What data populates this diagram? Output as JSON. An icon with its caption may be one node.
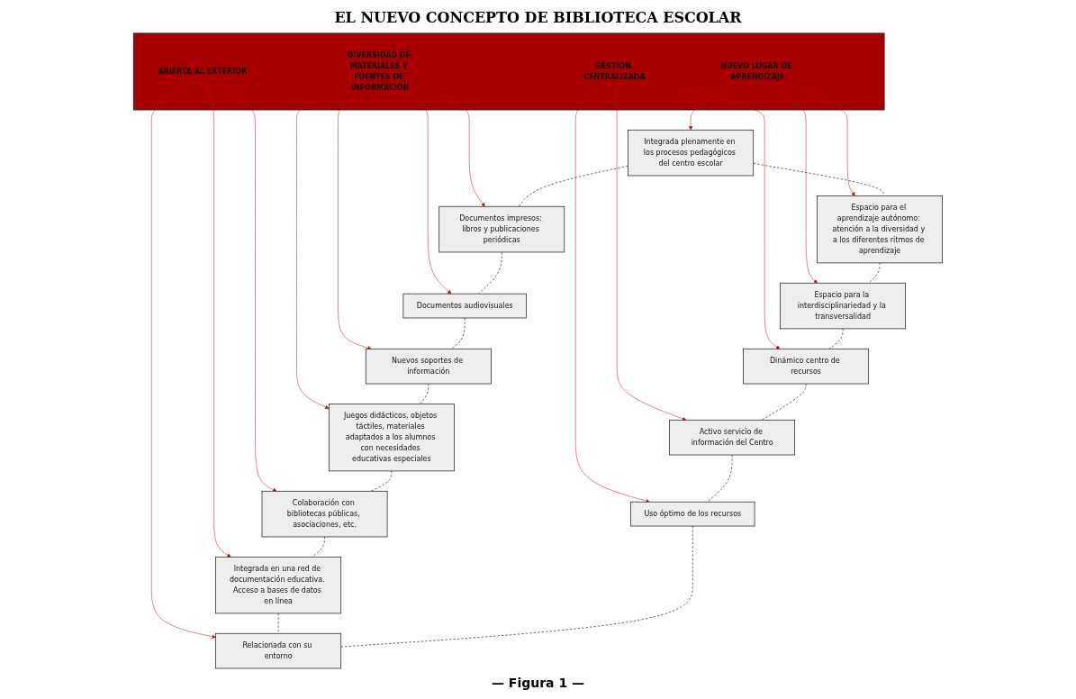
{
  "diagram": {
    "title": "EL NUEVO CONCEPTO DE BIBLIOTECA ESCOLAR",
    "caption": "— Figura 1 —",
    "nodes": [
      {
        "text": [
          "Integrada plenamente en los procesos pedagógicos del centro escolar"
        ]
      },
      {
        "text": [
          "Espacio para el aprendizaje autónomo: atención a la diversidad y a los diferentes ritmos de aprendizaje"
        ]
      },
      {
        "text": [
          "Espacio para la interdisciplinariedad y la transversalidad"
        ]
      },
      {
        "text": [
          "Documentos impresos: libros y publicaciones periódicas"
        ]
      },
      {
        "text": [
          "Dinámico centro de recursos"
        ]
      },
      {
        "text": [],
        "shape": "box"
      },
      {
        "text": [
          "NUEVO LUGAR DE APRENDIZAJE"
        ],
        "in": 5
      },
      {
        "text": [
          "Documentos audiovisuales"
        ]
      },
      {
        "text": [
          "DIVERSIDAD DE MATERIALES Y FUENTES DE INFORMACIÓN"
        ],
        "in": 5
      },
      {
        "text": [
          "GESTIÓN CENTRALIZADA"
        ],
        "in": 5
      },
      {
        "text": [
          "Activo servicio de información del Centro"
        ]
      },
      {
        "text": [
          "Nuevos soportes de información"
        ]
      },
      {
        "text": [
          "ABIERTA AL EXTERIOR"
        ],
        "in": 5
      },
      {
        "text": [
          "Juegos didácticos, objetos táctiles, materiales adaptados a los alumnos con necesidades educativas especiales"
        ]
      },
      {
        "text": [
          "Uso óptimo de los recursos"
        ]
      },
      {
        "text": [
          "Colaboración con bibliotecas públicas, asociaciones, etc."
        ]
      },
      {
        "text": [
          "Integrada en una red de documentación educativa. Acceso a bases de datos en línea"
        ]
      },
      {
        "text": [
          "Relacionada con su entorno"
        ]
      }
    ],
    "edges": [
      {
        "from": 6,
        "to": 0,
        "arrow": "to",
        "color": "#b01010"
      },
      {
        "from": 6,
        "to": 1,
        "arrow": "to",
        "color": "#b01010"
      },
      {
        "from": 6,
        "to": 2,
        "arrow": "to",
        "color": "#b01010"
      },
      {
        "from": 8,
        "to": 3,
        "arrow": "to",
        "color": "#b01010"
      },
      {
        "from": 8,
        "to": 7,
        "arrow": "to",
        "color": "#b01010"
      },
      {
        "from": 8,
        "to": 11,
        "arrow": "to",
        "color": "#b01010"
      },
      {
        "from": 8,
        "to": 13,
        "arrow": "to",
        "color": "#b01010"
      },
      {
        "from": 9,
        "to": 4,
        "arrow": "to",
        "color": "#b01010"
      },
      {
        "from": 9,
        "to": 10,
        "arrow": "to",
        "color": "#b01010"
      },
      {
        "from": 9,
        "to": 14,
        "arrow": "to",
        "color": "#b01010"
      },
      {
        "from": 12,
        "to": 15,
        "arrow": "to",
        "color": "#b01010"
      },
      {
        "from": 12,
        "to": 16,
        "arrow": "to",
        "color": "#b01010"
      },
      {
        "from": 12,
        "to": 17,
        "arrow": "to",
        "color": "#b01010"
      },
      {
        "from": 0,
        "to": 1,
        "arrow": "none",
        "style": "dashed",
        "color": "#333333"
      },
      {
        "from": 1,
        "to": 2,
        "arrow": "none",
        "style": "dashed",
        "color": "#333333"
      },
      {
        "from": 0,
        "to": 3,
        "arrow": "none",
        "style": "dashed",
        "color": "#333333"
      },
      {
        "from": 3,
        "to": 7,
        "arrow": "none",
        "style": "dashed",
        "color": "#333333"
      },
      {
        "from": 7,
        "to": 11,
        "arrow": "none",
        "style": "dashed",
        "color": "#333333"
      },
      {
        "from": 11,
        "to": 13,
        "arrow": "none",
        "style": "dashed",
        "color": "#333333"
      },
      {
        "from": 13,
        "to": 15,
        "arrow": "none",
        "style": "dashed",
        "color": "#333333"
      },
      {
        "from": 15,
        "to": 16,
        "arrow": "none",
        "style": "dashed",
        "color": "#333333"
      },
      {
        "from": 16,
        "to": 17,
        "arrow": "none",
        "style": "dashed",
        "color": "#333333"
      },
      {
        "from": 2,
        "to": 4,
        "arrow": "none",
        "style": "dashed",
        "color": "#333333"
      },
      {
        "from": 4,
        "to": 10,
        "arrow": "none",
        "style": "dashed",
        "color": "#333333"
      },
      {
        "from": 10,
        "to": 14,
        "arrow": "none",
        "style": "dashed",
        "color": "#333333"
      },
      {
        "from": 14,
        "to": 17,
        "arrow": "none",
        "style": "dashed",
        "color": "#333333"
      }
    ]
  }
}
